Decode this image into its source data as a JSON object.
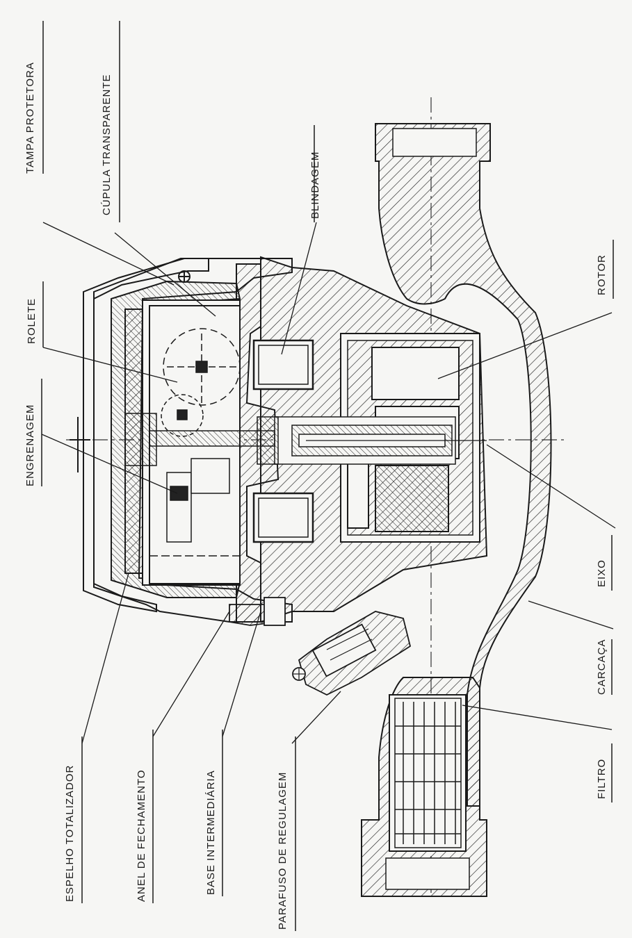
{
  "labels": {
    "tampa_protetora": "TAMPA PROTETORA",
    "cupula_transparente": "CÚPULA TRANSPARENTE",
    "blindagem": "BLINDAGEM",
    "rolete": "ROLETE",
    "engrenagem": "ENGRENAGEM",
    "rotor": "ROTOR",
    "eixo": "EIXO",
    "carcaca": "CARCAÇA",
    "filtro": "FILTRO",
    "espelho_totalizador": "ESPELHO TOTALIZADOR",
    "anel_de_fechamento": "ANEL DE FECHAMENTO",
    "base_intermediaria": "BASE INTERMEDIÁRIA",
    "parafuso_de_regulagem": "PARAFUSO DE REGULAGEM"
  },
  "colors": {
    "ink": "#1a1a1a",
    "paper": "#f6f6f4"
  }
}
